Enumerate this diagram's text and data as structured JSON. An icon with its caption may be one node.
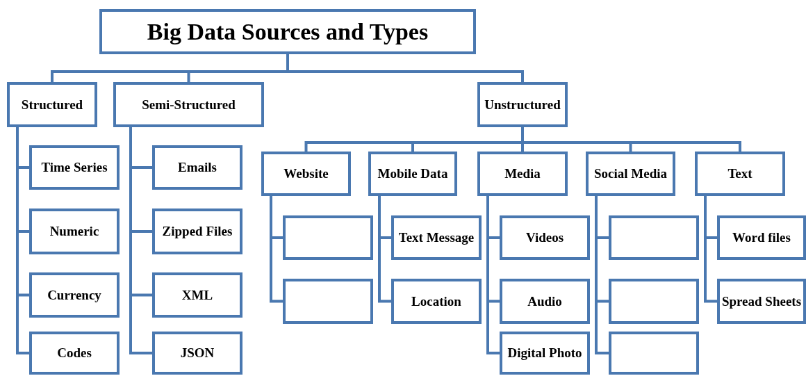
{
  "diagram": {
    "nodes": [
      {
        "text": [
          "Big Data Sources and Types"
        ]
      },
      {
        "text": [
          "Structured"
        ]
      },
      {
        "text": [
          "Semi-Structured"
        ]
      },
      {
        "text": [
          "Unstructured"
        ]
      },
      {
        "text": [
          "Time Series"
        ]
      },
      {
        "text": [
          "Numeric"
        ]
      },
      {
        "text": [
          "Currency"
        ]
      },
      {
        "text": [
          "Codes"
        ]
      },
      {
        "text": [
          "Emails"
        ]
      },
      {
        "text": [
          "Zipped Files"
        ]
      },
      {
        "text": [
          "XML"
        ]
      },
      {
        "text": [
          "JSON"
        ]
      },
      {
        "text": [
          "Website"
        ]
      },
      {
        "text": [
          "Mobile Data"
        ]
      },
      {
        "text": [
          "Media"
        ]
      },
      {
        "text": [
          "Social Media"
        ]
      },
      {
        "text": [
          "Text"
        ]
      },
      {
        "text": [],
        "shape": "box"
      },
      {
        "text": [],
        "shape": "box"
      },
      {
        "text": [
          "Text Message"
        ]
      },
      {
        "text": [
          "Location"
        ]
      },
      {
        "text": [
          "Videos"
        ]
      },
      {
        "text": [
          "Audio"
        ]
      },
      {
        "text": [
          "Digital Photo"
        ]
      },
      {
        "text": [],
        "shape": "box"
      },
      {
        "text": [],
        "shape": "box"
      },
      {
        "text": [],
        "shape": "box"
      },
      {
        "text": [
          "Word files"
        ]
      },
      {
        "text": [
          "Spread Sheets"
        ]
      }
    ],
    "edges": [
      {
        "from": 0,
        "to": 1,
        "arrow": "none"
      },
      {
        "from": 0,
        "to": 2,
        "arrow": "none"
      },
      {
        "from": 0,
        "to": 3,
        "arrow": "none"
      },
      {
        "from": 1,
        "to": 4,
        "arrow": "none"
      },
      {
        "from": 1,
        "to": 5,
        "arrow": "none"
      },
      {
        "from": 1,
        "to": 6,
        "arrow": "none"
      },
      {
        "from": 1,
        "to": 7,
        "arrow": "none"
      },
      {
        "from": 2,
        "to": 8,
        "arrow": "none"
      },
      {
        "from": 2,
        "to": 9,
        "arrow": "none"
      },
      {
        "from": 2,
        "to": 10,
        "arrow": "none"
      },
      {
        "from": 2,
        "to": 11,
        "arrow": "none"
      },
      {
        "from": 3,
        "to": 12,
        "arrow": "none"
      },
      {
        "from": 3,
        "to": 13,
        "arrow": "none"
      },
      {
        "from": 3,
        "to": 14,
        "arrow": "none"
      },
      {
        "from": 3,
        "to": 15,
        "arrow": "none"
      },
      {
        "from": 3,
        "to": 16,
        "arrow": "none"
      },
      {
        "from": 12,
        "to": 17,
        "arrow": "none"
      },
      {
        "from": 12,
        "to": 18,
        "arrow": "none"
      },
      {
        "from": 13,
        "to": 19,
        "arrow": "none"
      },
      {
        "from": 13,
        "to": 20,
        "arrow": "none"
      },
      {
        "from": 14,
        "to": 21,
        "arrow": "none"
      },
      {
        "from": 14,
        "to": 22,
        "arrow": "none"
      },
      {
        "from": 14,
        "to": 23,
        "arrow": "none"
      },
      {
        "from": 15,
        "to": 24,
        "arrow": "none"
      },
      {
        "from": 15,
        "to": 25,
        "arrow": "none"
      },
      {
        "from": 15,
        "to": 26,
        "arrow": "none"
      },
      {
        "from": 16,
        "to": 27,
        "arrow": "none"
      },
      {
        "from": 16,
        "to": 28,
        "arrow": "none"
      }
    ]
  }
}
